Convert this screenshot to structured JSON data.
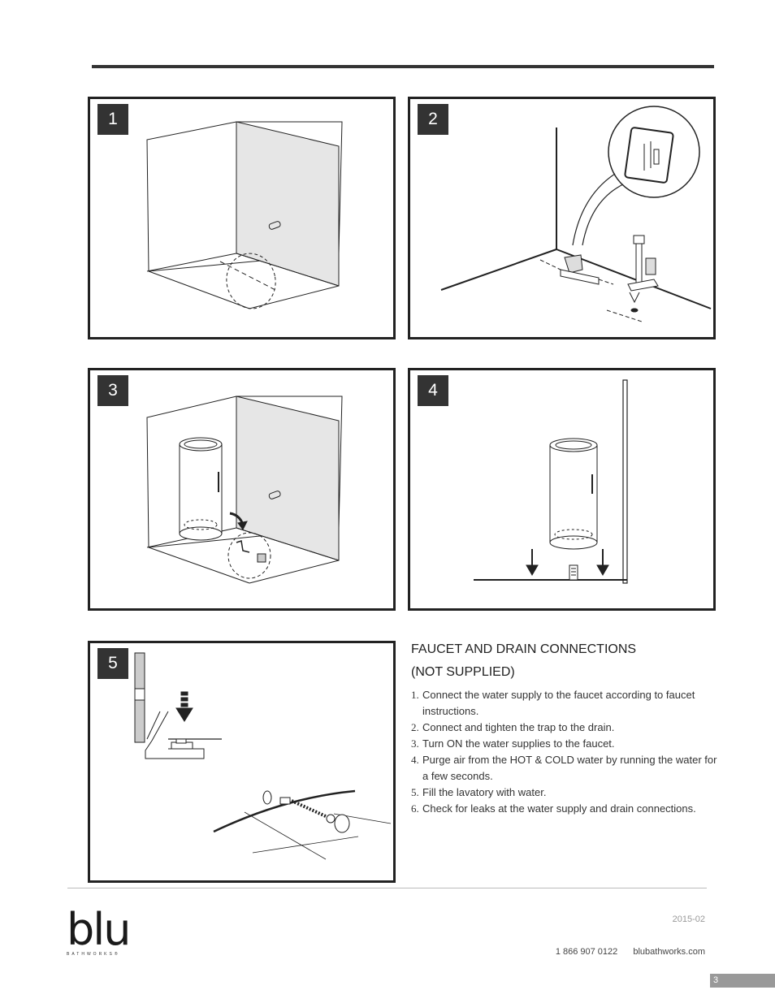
{
  "steps": [
    {
      "number": "1"
    },
    {
      "number": "2"
    },
    {
      "number": "3"
    },
    {
      "number": "4"
    },
    {
      "number": "5"
    }
  ],
  "instructions": {
    "title_line1": "FAUCET AND DRAIN CONNECTIONS",
    "title_line2": "(NOT SUPPLIED)",
    "items": [
      {
        "num": "1.",
        "text": "Connect the water supply to the faucet according to faucet instructions."
      },
      {
        "num": "2.",
        "text": "Connect and tighten the trap to the drain."
      },
      {
        "num": "3.",
        "text": "Turn ON the water supplies to the faucet."
      },
      {
        "num": "4.",
        "text": "Purge air from the HOT & COLD water by running the water for a few seconds."
      },
      {
        "num": "5.",
        "text": "Fill the lavatory with water."
      },
      {
        "num": "6.",
        "text": "Check for leaks at the water supply and drain connections."
      }
    ]
  },
  "footer": {
    "logo_text": "blu",
    "logo_subtext": "BATHWORKS®",
    "date": "2015-02",
    "phone": "1 866 907 0122",
    "website": "blubathworks.com",
    "page_number": "3"
  }
}
